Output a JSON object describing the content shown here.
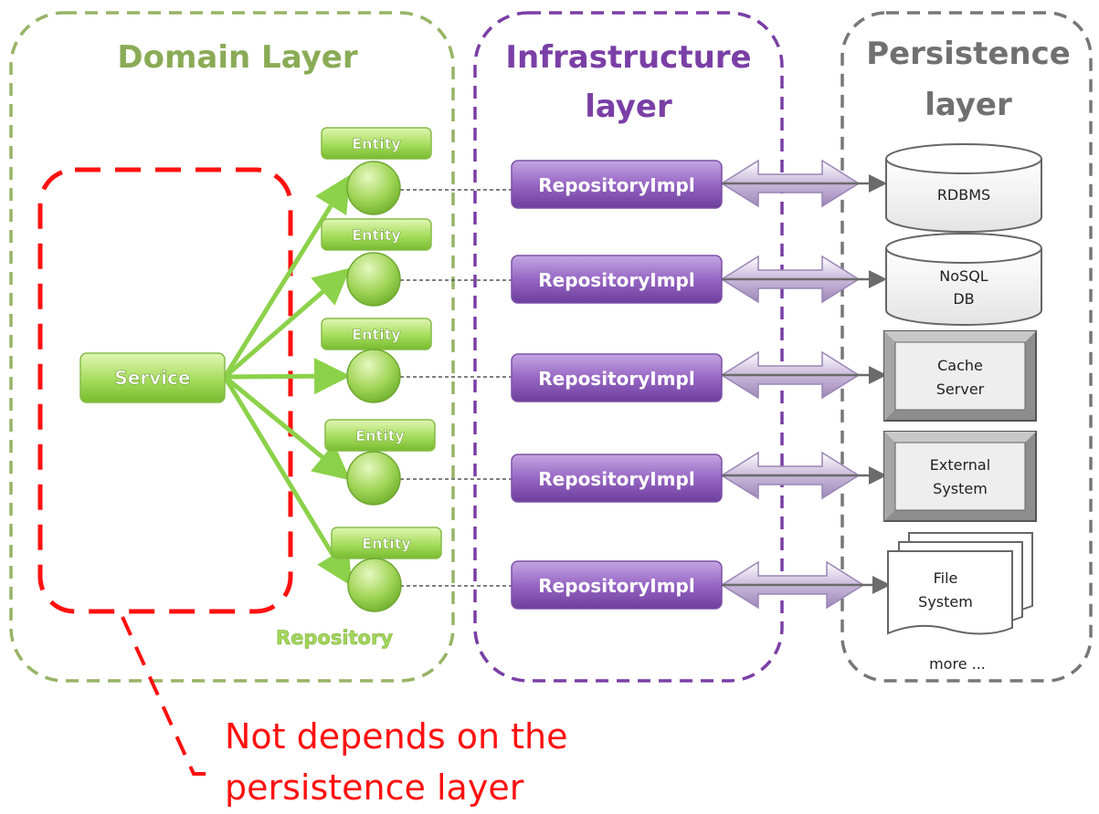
{
  "layers": {
    "domain": "Domain Layer",
    "infrastructure": [
      "Infrastructure",
      "layer"
    ],
    "persistence": [
      "Persistence",
      "layer"
    ]
  },
  "service": "Service",
  "repository_label": "Repository",
  "entities": [
    "Entity",
    "Entity",
    "Entity",
    "Entity",
    "Entity"
  ],
  "repository_impls": [
    "RepositoryImpl",
    "RepositoryImpl",
    "RepositoryImpl",
    "RepositoryImpl",
    "RepositoryImpl"
  ],
  "stores": {
    "rdbms": [
      "RDBMS"
    ],
    "nosql": [
      "NoSQL",
      "DB"
    ],
    "cache": [
      "Cache",
      "Server"
    ],
    "external": [
      "External",
      "System"
    ],
    "file": [
      "File",
      "System"
    ]
  },
  "more": "more ...",
  "note": [
    "Not depends on the",
    "persistence layer"
  ],
  "colors": {
    "domain": "#8aab56",
    "infra": "#7a3fa6",
    "persistence": "#707070",
    "red": "#ff1010",
    "green_light": "#d4f29a",
    "green_dark": "#7cc138",
    "purple_light": "#b58fd6",
    "purple_dark": "#7a4aa8"
  }
}
